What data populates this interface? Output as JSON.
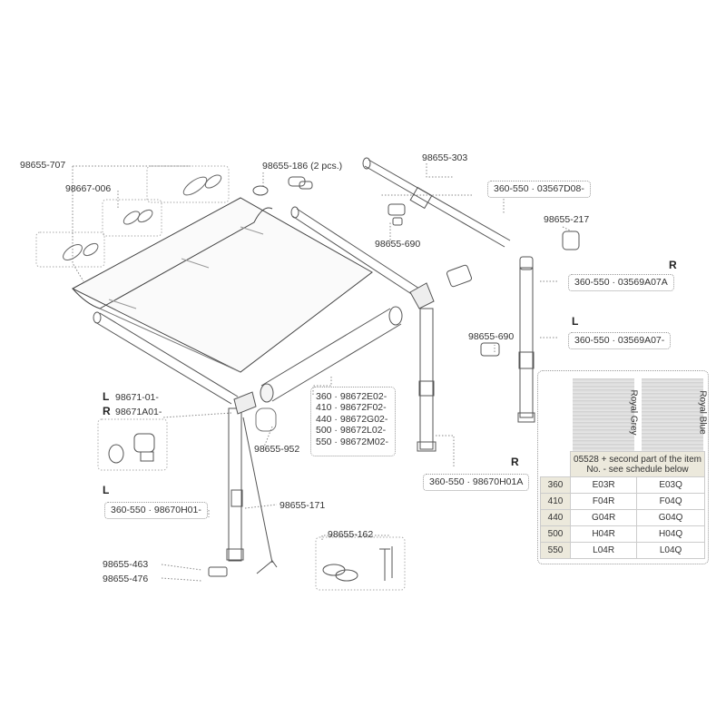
{
  "labels": {
    "p_98655_707": "98655-707",
    "p_98667_006": "98667-006",
    "p_98655_186": "98655-186 (2 pcs.)",
    "p_98655_303": "98655-303",
    "p_98655_217": "98655-217",
    "p_98655_690_a": "98655-690",
    "p_98655_690_b": "98655-690",
    "p_98671_01": "98671-01-",
    "p_98671A01": "98671A01-",
    "p_98655_952": "98655-952",
    "p_98655_171": "98655-171",
    "p_98655_162": "98655-162",
    "p_98655_463": "98655-463",
    "p_98655_476": "98655-476"
  },
  "sides": {
    "r_top": "R",
    "l_mid": "L",
    "l_left": "L",
    "r_left": "R",
    "l_leg": "L",
    "r_bottom": "R"
  },
  "pills": {
    "arm_top": "360-550 · 03567D08-",
    "leg_r": "360-550 · 03569A07A",
    "leg_l": "360-550 · 03569A07-",
    "rail_r": "360-550 · 98670H01A",
    "rail_l": "360-550 · 98670H01-"
  },
  "roller_sizes": [
    "360 · 98672E02-",
    "410 · 98672F02-",
    "440 · 98672G02-",
    "500 · 98672L02-",
    "550 · 98672M02-"
  ],
  "fabric": {
    "swatch_grey": "Royal Grey",
    "swatch_blue": "Royal Blue",
    "schedule_header": "05528 + second part of the item No. - see schedule below",
    "rows": [
      {
        "size": "360",
        "grey": "E03R",
        "blue": "E03Q"
      },
      {
        "size": "410",
        "grey": "F04R",
        "blue": "F04Q"
      },
      {
        "size": "440",
        "grey": "G04R",
        "blue": "G04Q"
      },
      {
        "size": "500",
        "grey": "H04R",
        "blue": "H04Q"
      },
      {
        "size": "550",
        "grey": "L04R",
        "blue": "L04Q"
      }
    ]
  }
}
